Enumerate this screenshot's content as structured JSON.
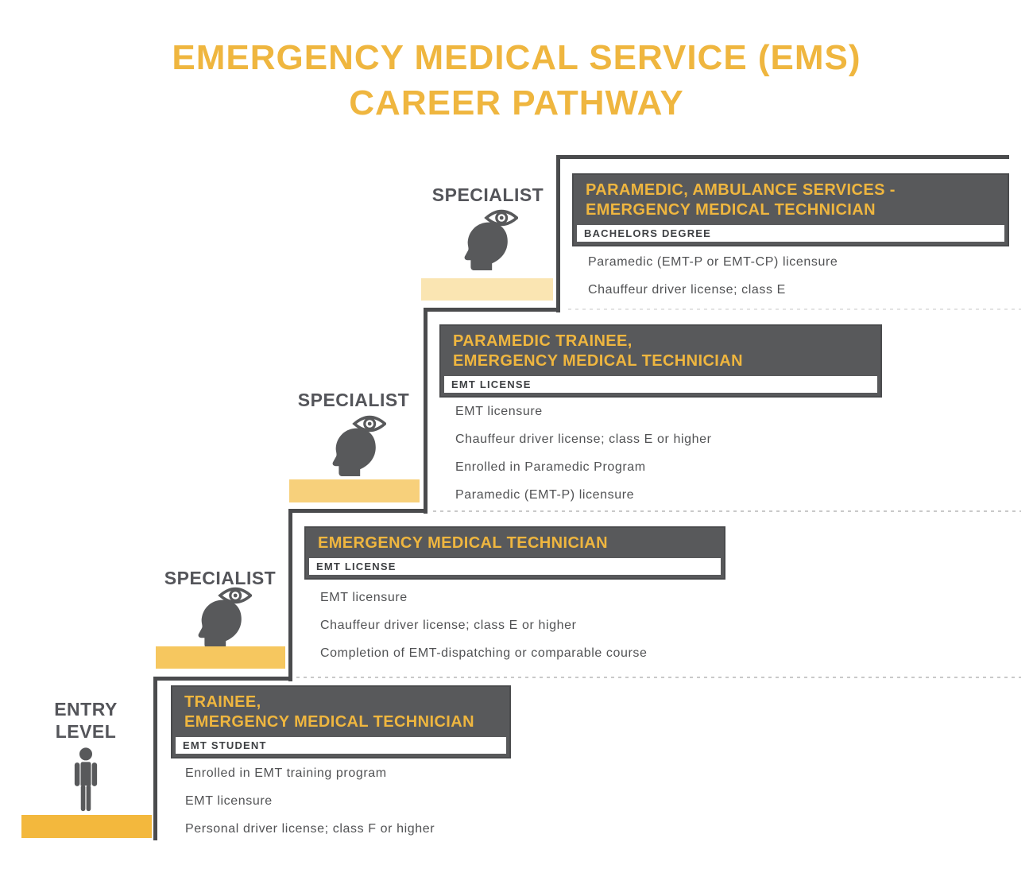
{
  "title": {
    "line1": "EMERGENCY MEDICAL SERVICE (EMS)",
    "line2": "CAREER PATHWAY"
  },
  "colors": {
    "accent_yellow": "#EFB63F",
    "dark_gray": "#58595B",
    "step_line": "#4A4B4D",
    "requirement_text": "#515254",
    "dash_gray": "#C9C9C9"
  },
  "levels": [
    {
      "stage": {
        "line1": "ENTRY",
        "line2": "LEVEL"
      },
      "icon": "person-icon",
      "bar_color": "#F3B83D",
      "header_line1": "TRAINEE,",
      "header_line2": "EMERGENCY MEDICAL TECHNICIAN",
      "credential": "EMT STUDENT",
      "requirements": [
        "Enrolled in EMT training program",
        "EMT licensure",
        "Personal driver license; class F or higher"
      ]
    },
    {
      "stage": {
        "line1": "SPECIALIST"
      },
      "icon": "head-eye-icon",
      "bar_color": "#F6C75F",
      "header_line1": "EMERGENCY MEDICAL TECHNICIAN",
      "credential": "EMT LICENSE",
      "requirements": [
        "EMT licensure",
        "Chauffeur driver license; class E or higher",
        "Completion of EMT-dispatching or comparable course"
      ]
    },
    {
      "stage": {
        "line1": "SPECIALIST"
      },
      "icon": "head-eye-icon",
      "bar_color": "#F7D07B",
      "header_line1": "PARAMEDIC TRAINEE,",
      "header_line2": "EMERGENCY MEDICAL TECHNICIAN",
      "credential": "EMT LICENSE",
      "requirements": [
        "EMT licensure",
        "Chauffeur driver license; class E or higher",
        "Enrolled in Paramedic Program",
        "Paramedic (EMT-P) licensure"
      ]
    },
    {
      "stage": {
        "line1": "SPECIALIST"
      },
      "icon": "head-eye-icon",
      "bar_color": "#FAE5B2",
      "header_line1": "PARAMEDIC, AMBULANCE SERVICES -",
      "header_line2": "EMERGENCY MEDICAL TECHNICIAN",
      "credential": "BACHELORS DEGREE",
      "requirements": [
        "Paramedic (EMT-P or EMT-CP) licensure",
        "Chauffeur driver license; class E"
      ]
    }
  ]
}
